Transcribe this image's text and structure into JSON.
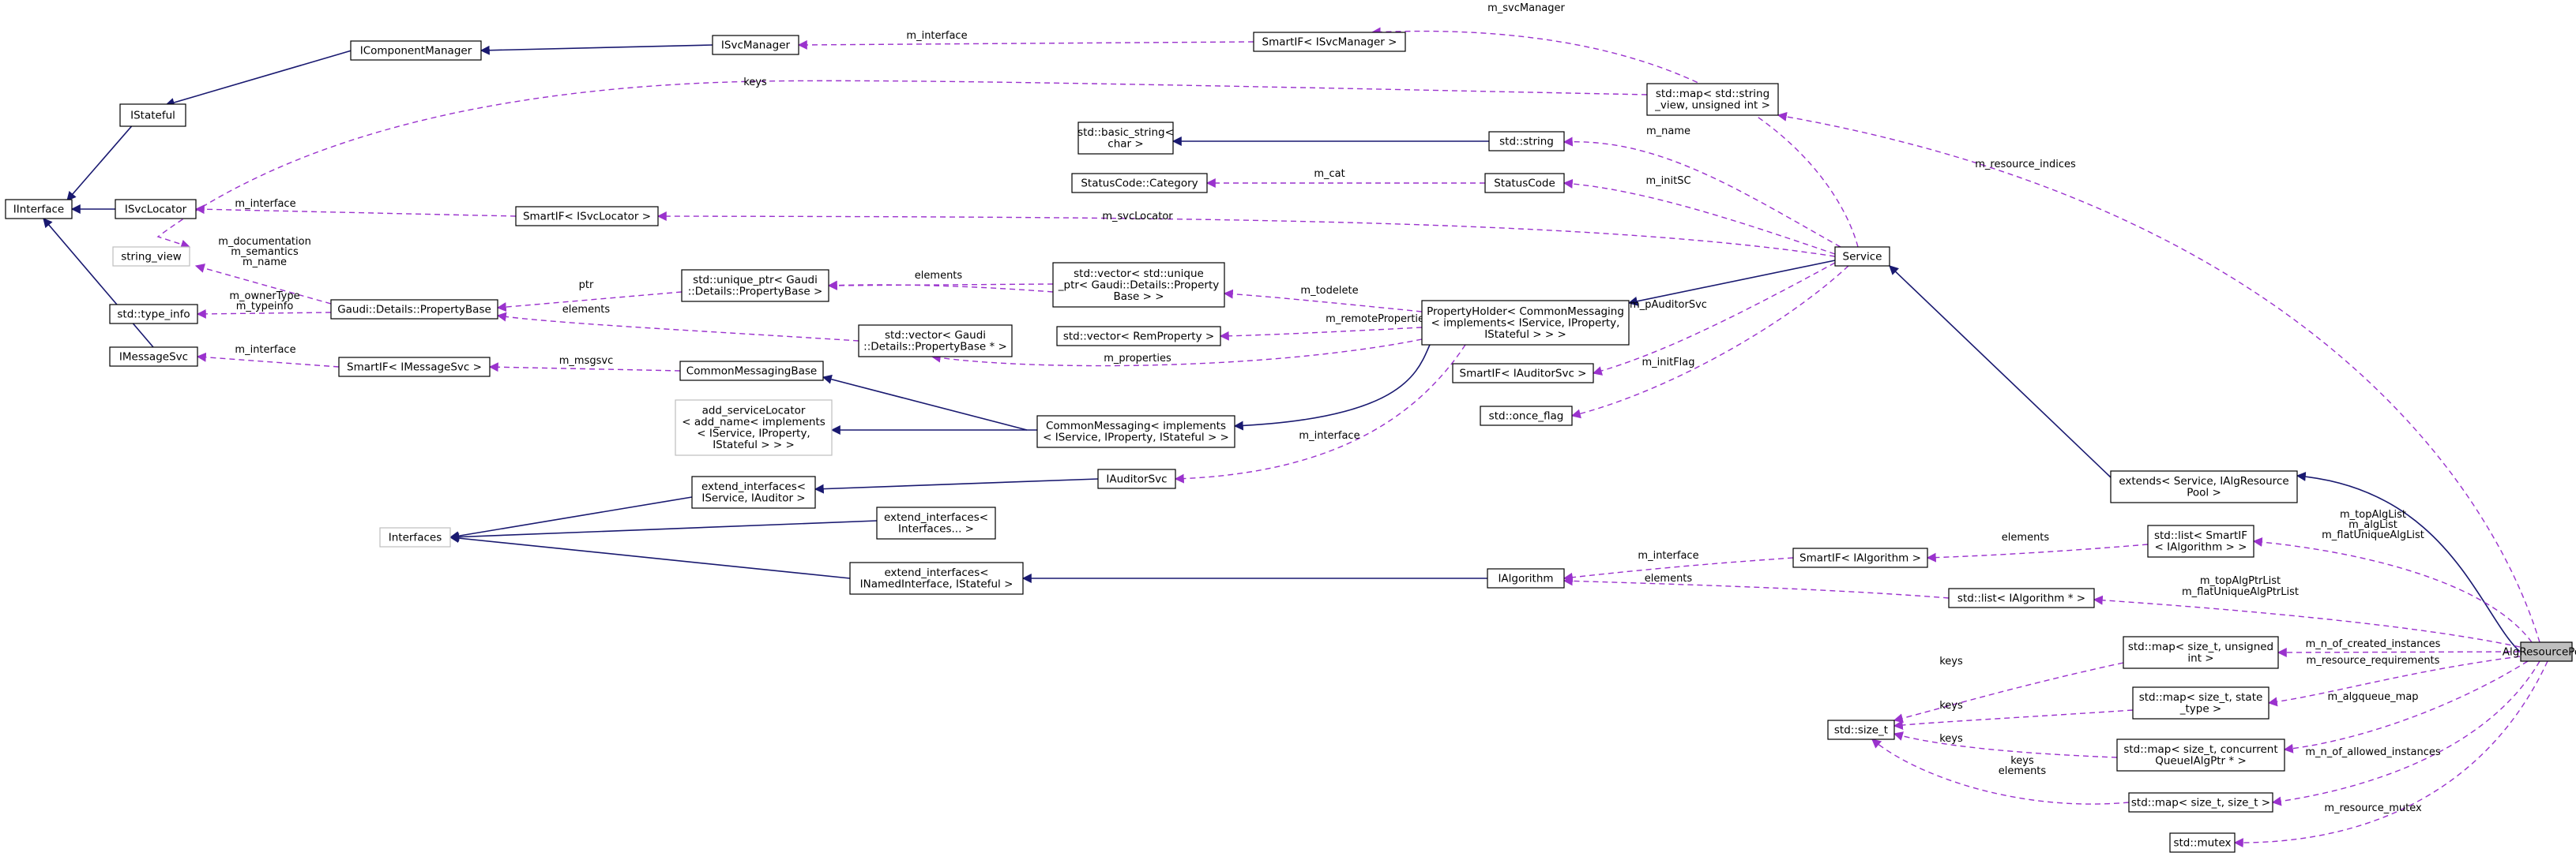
{
  "nodes": {
    "IInterface": [
      "IInterface"
    ],
    "IStateful": [
      "IStateful"
    ],
    "IComponentManager": [
      "IComponentManager"
    ],
    "ISvcManager": [
      "ISvcManager"
    ],
    "SmartIF_ISvcManager": [
      "SmartIF< ISvcManager >"
    ],
    "map_string_view": [
      "std::map< std::string",
      "_view, unsigned int >"
    ],
    "basic_string": [
      "std::basic_string<",
      "char >"
    ],
    "std_string": [
      "std::string"
    ],
    "StatusCodeCategory": [
      "StatusCode::Category"
    ],
    "StatusCode": [
      "StatusCode"
    ],
    "ISvcLocator": [
      "ISvcLocator"
    ],
    "SmartIF_ISvcLocator": [
      "SmartIF< ISvcLocator >"
    ],
    "string_view": [
      "string_view"
    ],
    "Service": [
      "Service"
    ],
    "unique_ptr": [
      "std::unique_ptr< Gaudi",
      "::Details::PropertyBase >"
    ],
    "vector_unique": [
      "std::vector< std::unique",
      "_ptr< Gaudi::Details::Property",
      "Base > >"
    ],
    "type_info": [
      "std::type_info"
    ],
    "PropertyBase": [
      "Gaudi::Details::PropertyBase"
    ],
    "vector_ptr": [
      "std::vector< Gaudi",
      "::Details::PropertyBase * >"
    ],
    "vector_remprop": [
      "std::vector< RemProperty >"
    ],
    "PropertyHolder": [
      "PropertyHolder< CommonMessaging",
      "< implements< IService, IProperty,",
      "IStateful > > >"
    ],
    "IMessageSvc": [
      "IMessageSvc"
    ],
    "SmartIF_IMessageSvc": [
      "SmartIF< IMessageSvc >"
    ],
    "CommonMessagingBase": [
      "CommonMessagingBase"
    ],
    "SmartIF_IAuditorSvc": [
      "SmartIF< IAuditorSvc >"
    ],
    "add_serviceLocator": [
      "add_serviceLocator",
      "< add_name< implements",
      "< IService, IProperty,",
      "IStateful > > >"
    ],
    "CommonMessaging": [
      "CommonMessaging< implements",
      "< IService, IProperty, IStateful > >"
    ],
    "once_flag": [
      "std::once_flag"
    ],
    "IAuditorSvc": [
      "IAuditorSvc"
    ],
    "extend_IService_IAuditor": [
      "extend_interfaces<",
      "IService, IAuditor >"
    ],
    "extends_Service": [
      "extends< Service, IAlgResource",
      "Pool >"
    ],
    "Interfaces": [
      "Interfaces"
    ],
    "extend_Interfaces": [
      "extend_interfaces<",
      "Interfaces... >"
    ],
    "list_SmartIF": [
      "std::list< SmartIF",
      "< IAlgorithm > >"
    ],
    "SmartIF_IAlgorithm": [
      "SmartIF< IAlgorithm >"
    ],
    "extend_INamed": [
      "extend_interfaces<",
      "INamedInterface, IStateful >"
    ],
    "IAlgorithm": [
      "IAlgorithm"
    ],
    "list_IAlgorithm": [
      "std::list< IAlgorithm * >"
    ],
    "map_unsigned": [
      "std::map< size_t, unsigned",
      "int >"
    ],
    "AlgResourcePool": [
      "AlgResourcePool"
    ],
    "map_state": [
      "std::map< size_t, state",
      "_type >"
    ],
    "size_t": [
      "std::size_t"
    ],
    "map_concurrent": [
      "std::map< size_t, concurrent",
      "QueueIAlgPtr * >"
    ],
    "map_size_t": [
      "std::map< size_t, size_t >"
    ],
    "mutex": [
      "std::mutex"
    ]
  },
  "edge_labels": {
    "m_svcManager": "m_svcManager",
    "m_interface_svcmgr": "m_interface",
    "keys_string_view": "keys",
    "m_resource_indices": "m_resource_indices",
    "m_name": "m_name",
    "m_cat": "m_cat",
    "m_initSC": "m_initSC",
    "m_interface_svcloc": "m_interface",
    "m_svcLocator": "m_svcLocator",
    "m_documentation": "m_documentation",
    "m_semantics": "m_semantics",
    "m_name_pb": "m_name",
    "m_todelete": "m_todelete",
    "elements_uptr": "elements",
    "ptr": "ptr",
    "m_ownerType": "m_ownerType",
    "m_typeinfo": "m_typeinfo",
    "elements_vptr": "elements",
    "m_remoteProperties": "m_remoteProperties",
    "m_pAuditorSvc": "m_pAuditorSvc",
    "m_properties": "m_properties",
    "m_interface_msg": "m_interface",
    "m_msgsvc": "m_msgsvc",
    "m_initFlag": "m_initFlag",
    "m_interface_aud": "m_interface",
    "m_topAlgList": "m_topAlgList",
    "m_algList": "m_algList",
    "m_flatUniqueAlgList": "m_flatUniqueAlgList",
    "elements_smartif": "elements",
    "m_interface_alg": "m_interface",
    "elements_alglist": "elements",
    "m_topAlgPtrList": "m_topAlgPtrList",
    "m_flatUniqueAlgPtrList": "m_flatUniqueAlgPtrList",
    "m_n_of_created_instances": "m_n_of_created_instances",
    "m_resource_requirements": "m_resource_requirements",
    "keys1": "keys",
    "keys2": "keys",
    "m_algqueue_map": "m_algqueue_map",
    "keys3": "keys",
    "keys4": "keys",
    "elements_sizet": "elements",
    "m_n_of_allowed_instances": "m_n_of_allowed_instances",
    "m_resource_mutex": "m_resource_mutex"
  },
  "colors": {
    "inheritance_edge": "#191970",
    "usage_edge": "#9a32cd",
    "selected_fill": "#bfbfbf",
    "ghost_border": "#bfbfbf"
  }
}
